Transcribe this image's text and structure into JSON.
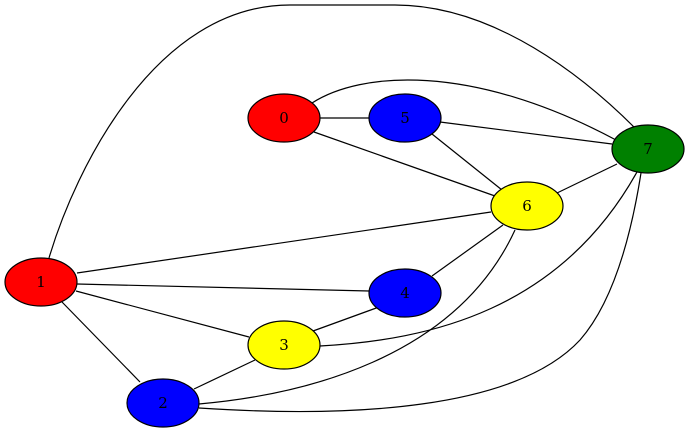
{
  "graph": {
    "nodes": [
      {
        "id": "0",
        "label": "0",
        "color": "#ff0000"
      },
      {
        "id": "1",
        "label": "1",
        "color": "#ff0000"
      },
      {
        "id": "2",
        "label": "2",
        "color": "#0000ff"
      },
      {
        "id": "3",
        "label": "3",
        "color": "#ffff00"
      },
      {
        "id": "4",
        "label": "4",
        "color": "#0000ff"
      },
      {
        "id": "5",
        "label": "5",
        "color": "#0000ff"
      },
      {
        "id": "6",
        "label": "6",
        "color": "#ffff00"
      },
      {
        "id": "7",
        "label": "7",
        "color": "#008000"
      }
    ],
    "edges": [
      {
        "from": "0",
        "to": "5"
      },
      {
        "from": "0",
        "to": "6"
      },
      {
        "from": "0",
        "to": "7"
      },
      {
        "from": "5",
        "to": "6"
      },
      {
        "from": "5",
        "to": "7"
      },
      {
        "from": "6",
        "to": "7"
      },
      {
        "from": "1",
        "to": "6"
      },
      {
        "from": "1",
        "to": "4"
      },
      {
        "from": "1",
        "to": "3"
      },
      {
        "from": "1",
        "to": "2"
      },
      {
        "from": "1",
        "to": "7"
      },
      {
        "from": "3",
        "to": "4"
      },
      {
        "from": "4",
        "to": "6"
      },
      {
        "from": "2",
        "to": "3"
      },
      {
        "from": "2",
        "to": "6"
      },
      {
        "from": "2",
        "to": "7"
      },
      {
        "from": "3",
        "to": "7"
      }
    ]
  }
}
